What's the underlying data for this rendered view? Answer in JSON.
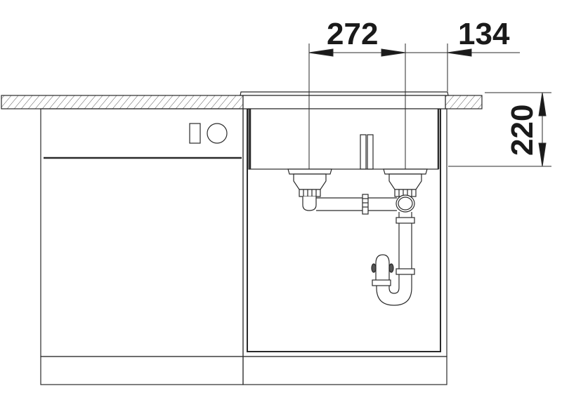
{
  "diagram": {
    "type": "sink-installation-drawing",
    "dimensions": {
      "bowl_spacing": "272",
      "drain_to_edge": "134",
      "depth_below_countertop": "220"
    },
    "components": [
      "countertop",
      "dishwasher",
      "sink-base-cabinet",
      "double-bowl-sink",
      "overflow-pipe",
      "drain-baskets",
      "connecting-pipe",
      "siphon-trap"
    ],
    "colors": {
      "line": "#2a2a2a",
      "background": "#ffffff"
    }
  }
}
